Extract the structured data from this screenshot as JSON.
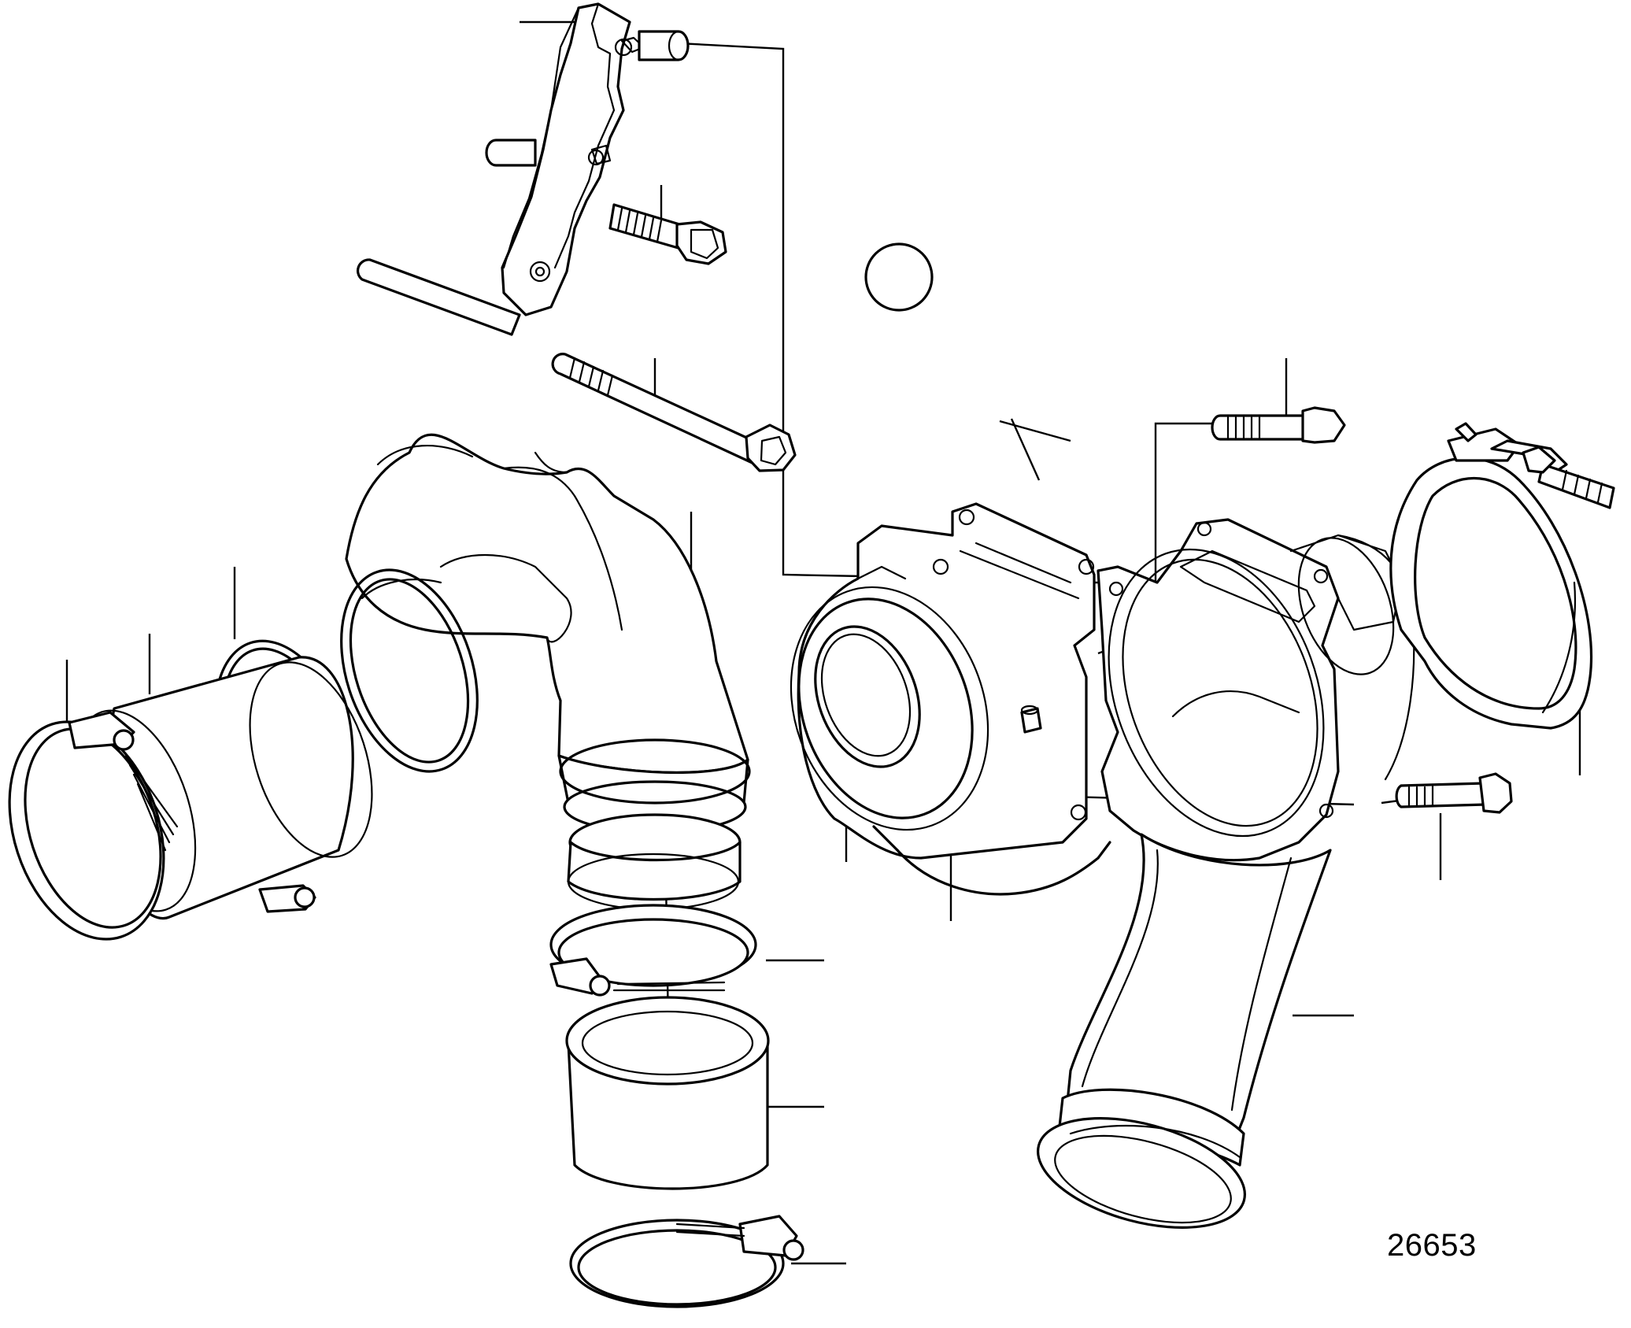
{
  "figure": {
    "reference_number": "26653"
  },
  "parts": [
    "bracket",
    "bracket-stud",
    "flange-bolt-short",
    "stud-long",
    "o-ring-small",
    "elbow-pipe",
    "hose-clamp-left-outer",
    "hose-clamp-left-inner",
    "hose-left",
    "o-ring-left",
    "hose-clamp-upper",
    "hose-short",
    "hose-clamp-lower",
    "flange-plate",
    "gasket",
    "adapter-housing",
    "bolt-upper-right",
    "bolt-lower-right",
    "v-band-clamp",
    "outlet-pipe",
    "pin"
  ]
}
